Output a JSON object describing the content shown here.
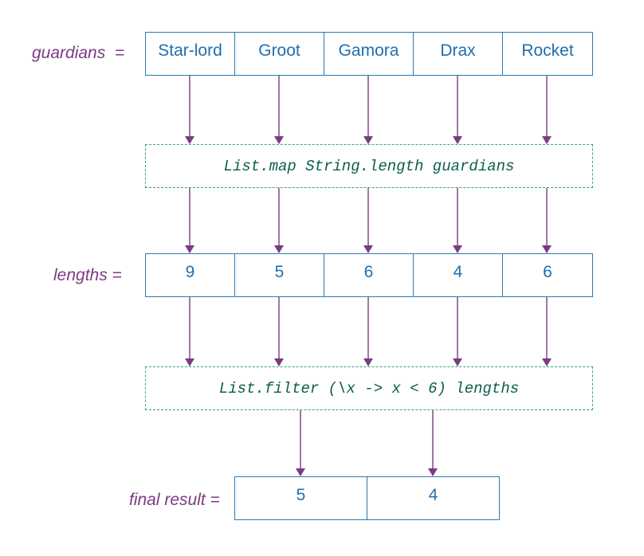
{
  "colors": {
    "label": "#7a3c82",
    "cell_text": "#1f6fae",
    "cell_border": "#2f78ad",
    "function_text": "#0b5e4d",
    "function_border": "#3aa085",
    "arrow": "#7a3c82"
  },
  "guardians": {
    "label": "guardians  =",
    "items": [
      "Star-lord",
      "Groot",
      "Gamora",
      "Drax",
      "Rocket"
    ]
  },
  "map_step": {
    "code": "List.map String.length guardians"
  },
  "lengths": {
    "label": "lengths =",
    "items": [
      "9",
      "5",
      "6",
      "4",
      "6"
    ]
  },
  "filter_step": {
    "code": "List.filter (\\x -> x < 6) lengths"
  },
  "final": {
    "label": "final result =",
    "items": [
      "5",
      "4"
    ]
  }
}
